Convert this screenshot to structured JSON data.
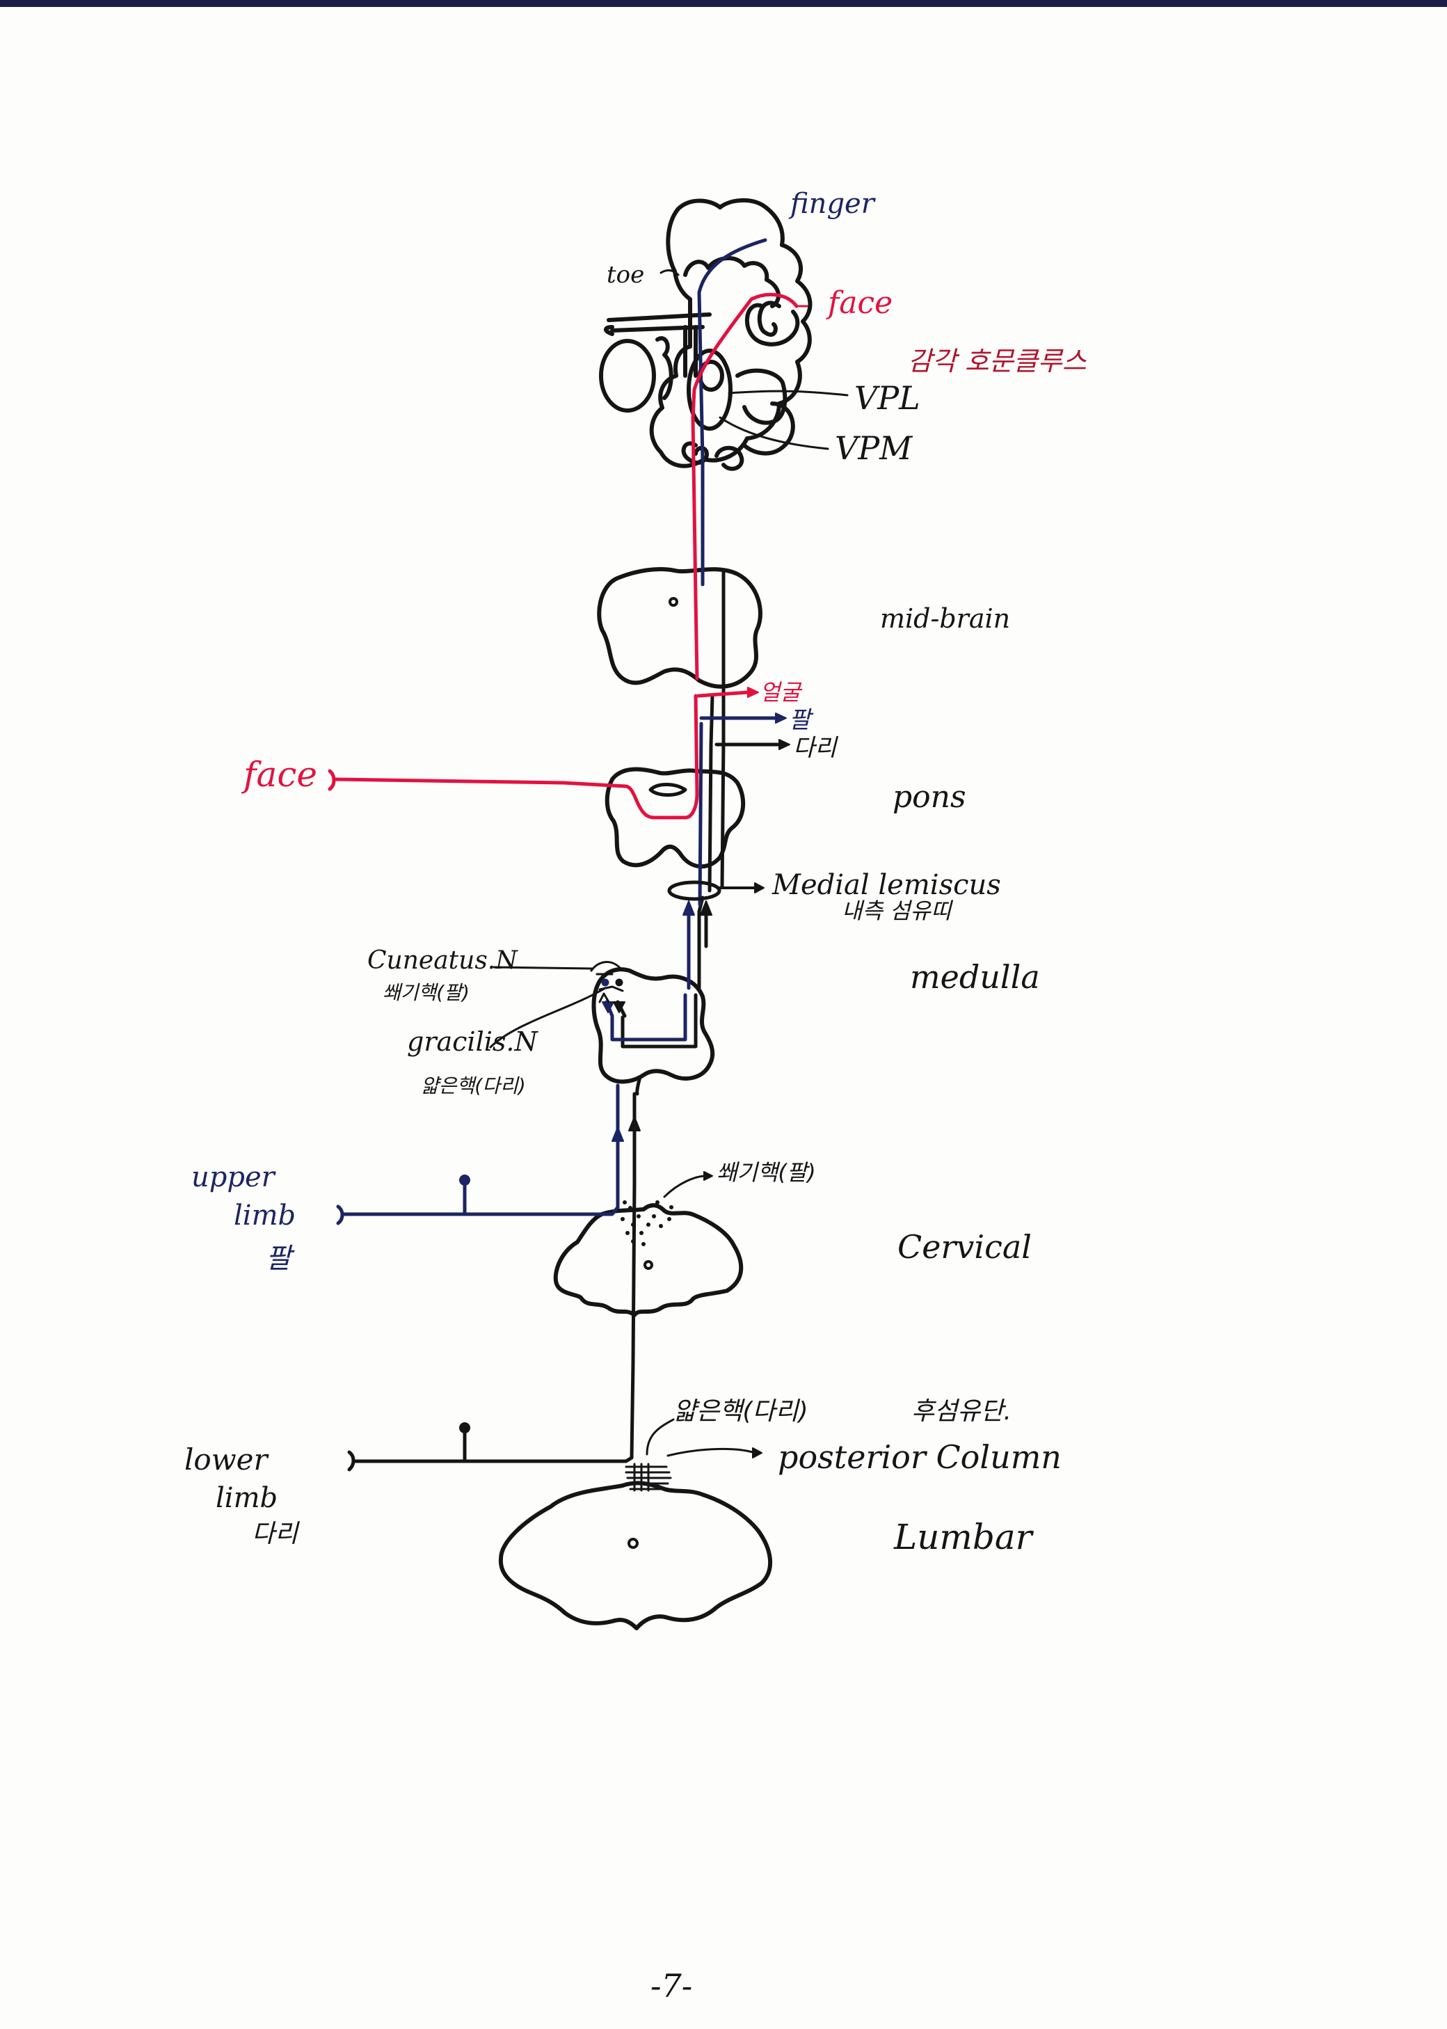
{
  "colors": {
    "ink": "#151515",
    "navy": "#1c2563",
    "red": "#e2123f",
    "darkred": "#b0142d"
  },
  "labels": {
    "finger": "finger",
    "toe": "toe",
    "face_cortex": "face",
    "homunculus": "감각 호문클루스",
    "vpl": "VPL",
    "vpm": "VPM",
    "midbrain": "mid-brain",
    "face_branch": "얼굴",
    "arm_branch": "팔",
    "leg_branch": "다리",
    "face_input": "face",
    "pons": "pons",
    "medial_lemniscus": "Medial lemiscus",
    "medial_lemniscus_kr": "내측 섬유띠",
    "cuneatus": "Cuneatus.N",
    "cuneatus_kr": "쐐기핵(팔)",
    "gracilis": "gracilis.N",
    "gracilis_kr": "얇은핵(다리)",
    "medulla": "medulla",
    "upper_limb_1": "upper",
    "upper_limb_2": "limb",
    "upper_limb_kr": "팔",
    "cuneate_tract": "쐐기핵(팔)",
    "cervical": "Cervical",
    "gracile_tract": "얇은핵(다리)",
    "posterior_column_kr": "후섬유단.",
    "posterior_column": "posterior Column",
    "lower_limb_1": "lower",
    "lower_limb_2": "limb",
    "lower_limb_kr": "다리",
    "lumbar": "Lumbar",
    "page_number": "-7-"
  }
}
